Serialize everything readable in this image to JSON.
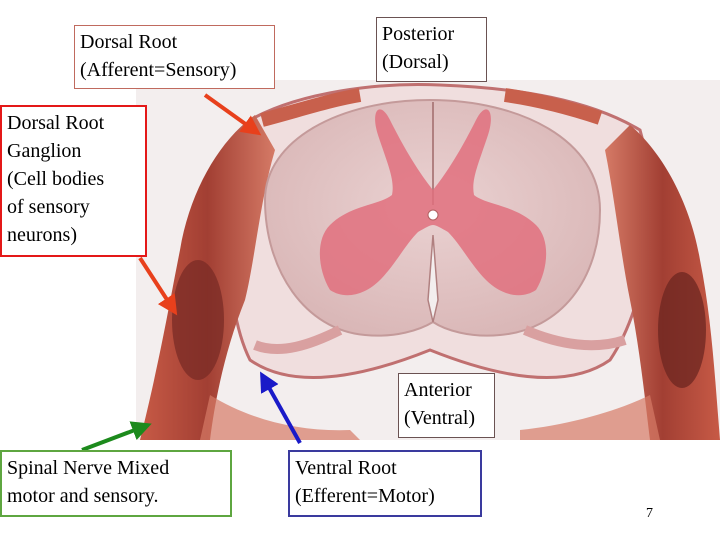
{
  "labels": {
    "dorsal_root": "Dorsal Root\n(Afferent=Sensory)",
    "posterior": "Posterior\n(Dorsal)",
    "ganglion": "Dorsal Root\nGanglion\n(Cell bodies\nof sensory\nneurons)",
    "anterior": "Anterior\n(Ventral)",
    "spinal_nerve": "Spinal Nerve Mixed\nmotor and sensory.",
    "ventral_root": "Ventral Root\n(Efferent=Motor)"
  },
  "page_number": "7",
  "colors": {
    "arrow_red": "#e8401c",
    "arrow_green": "#1c8a1c",
    "arrow_blue": "#1a1ac8",
    "tissue_pink": "#e3c7c5",
    "gray_matter": "#e0707e",
    "nerve_red": "#b24a3a"
  }
}
